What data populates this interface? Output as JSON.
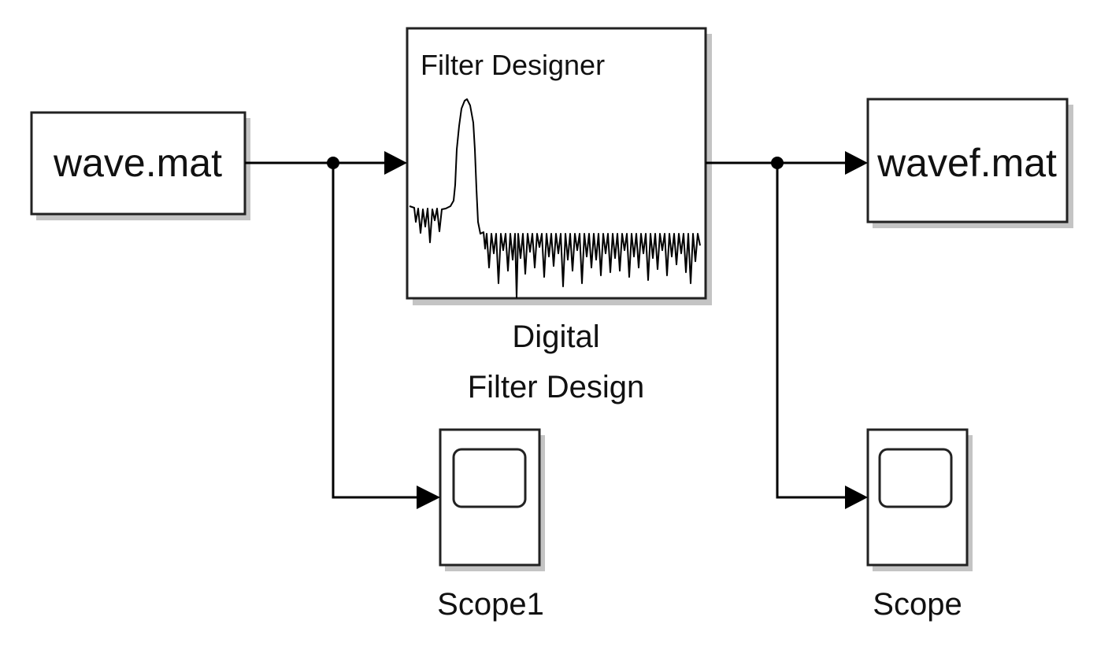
{
  "blocks": {
    "source": {
      "label": "wave.mat"
    },
    "filter": {
      "title": "Filter Designer",
      "name_line1": "Digital",
      "name_line2": "Filter Design"
    },
    "sink": {
      "label": "wavef.mat"
    },
    "scope_input": {
      "name": "Scope1"
    },
    "scope_output": {
      "name": "Scope"
    }
  },
  "connections": [
    {
      "from": "wave.mat",
      "to": "Digital Filter Design"
    },
    {
      "from": "wave.mat",
      "to": "Scope1"
    },
    {
      "from": "Digital Filter Design",
      "to": "wavef.mat"
    },
    {
      "from": "Digital Filter Design",
      "to": "Scope"
    }
  ],
  "colors": {
    "line": "#000000",
    "block_border": "#222222",
    "shadow": "#c4c4c4",
    "background": "#ffffff"
  }
}
